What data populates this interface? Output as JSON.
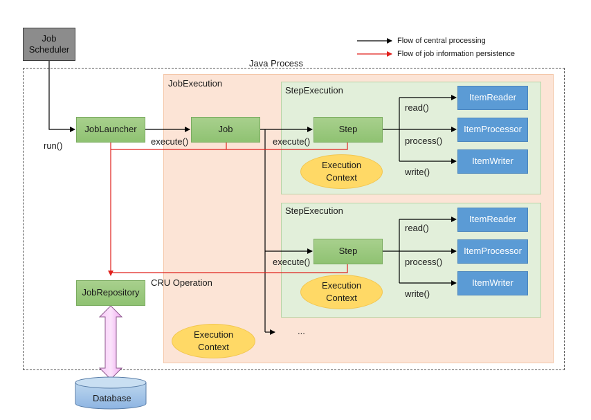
{
  "legend": {
    "central": "Flow of central processing",
    "persistence": "Flow of job information persistence",
    "colors": {
      "central": "#000000",
      "persistence": "#e0201c"
    }
  },
  "java_process": {
    "label": "Java Process"
  },
  "job_scheduler": {
    "line1": "Job",
    "line2": "Scheduler"
  },
  "job_execution": {
    "label": "JobExecution"
  },
  "step_executions": [
    {
      "label": "StepExecution",
      "step": "Step",
      "reads": "read()",
      "process": "process()",
      "write": "write()",
      "reader": "ItemReader",
      "processor": "ItemProcessor",
      "writer": "ItemWriter",
      "context_line1": "Execution",
      "context_line2": "Context"
    },
    {
      "label": "StepExecution",
      "step": "Step",
      "reads": "read()",
      "process": "process()",
      "write": "write()",
      "reader": "ItemReader",
      "processor": "ItemProcessor",
      "writer": "ItemWriter",
      "context_line1": "Execution",
      "context_line2": "Context"
    }
  ],
  "job_launcher": {
    "label": "JobLauncher"
  },
  "job": {
    "label": "Job"
  },
  "job_repository": {
    "label": "JobRepository"
  },
  "database": {
    "label": "Database"
  },
  "labels": {
    "run": "run()",
    "execute1": "execute()",
    "execute2": "execute()",
    "execute3": "execute()",
    "cru": "CRU Operation",
    "ellipsis": "..."
  },
  "job_context": {
    "line1": "Execution",
    "line2": "Context"
  },
  "colors": {
    "green": "#a8d08d",
    "blue": "#5b9bd5",
    "job_execution_bg": "#fce4d6",
    "step_execution_bg": "#e2efda",
    "context_yellow": "#ffd966",
    "database_blue": "#9dc3e6",
    "arrow_pink": "#f4b8f4"
  }
}
